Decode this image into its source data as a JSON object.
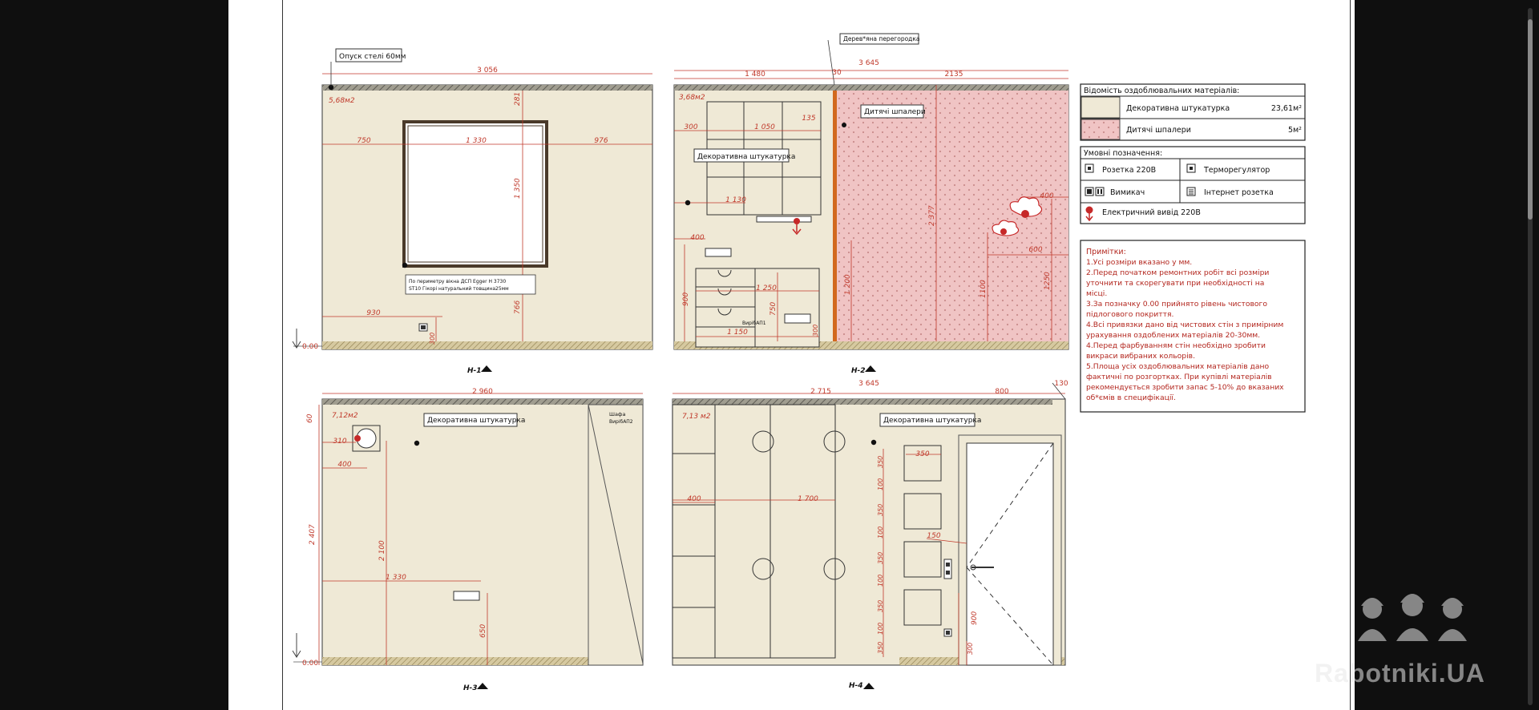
{
  "drawing": {
    "top_note": "Опуск стелі 60мм",
    "partition_note": "Дерев*яна перегородка",
    "views": {
      "h1": {
        "label": "Н-1",
        "area": "5,68м2",
        "width_dim": "3 056",
        "dim_750": "750",
        "dim_1330": "1 330",
        "dim_976": "976",
        "dim_281": "281",
        "dim_1350": "1 350",
        "dim_766": "766",
        "dim_930": "930",
        "dim_300": "300",
        "level": "0.00",
        "window_note_1": "По периметру вікна ДСП Egger H 3730",
        "window_note_2": "ST10 Гікорі натуральний товщина25мм"
      },
      "h2": {
        "label": "Н-2",
        "area": "3,68м2",
        "width_dim": "3 645",
        "dim_1480": "1 480",
        "dim_30": "30",
        "dim_2135": "2135",
        "dim_300": "300",
        "dim_1050": "1 050",
        "dim_135": "135",
        "dim_1130": "1 130",
        "dim_400": "400",
        "dim_1250": "1 250",
        "dim_900": "900",
        "dim_750": "750",
        "dim_1150": "1 150",
        "dim_300b": "300",
        "dim_1200": "1 200",
        "dim_2377": "2 377",
        "dim_400b": "400",
        "dim_600": "600",
        "dim_1100": "1100",
        "dim_1250b": "1250",
        "callout_plaster": "Декоративна штукатурка",
        "callout_wallpaper": "Дитячі шпалери",
        "furniture_tag": "ВирібАП1"
      },
      "h3": {
        "label": "Н-3",
        "area": "7,12м2",
        "width_dim": "2 960",
        "dim_60": "60",
        "dim_310": "310",
        "dim_400": "400",
        "dim_2407": "2 407",
        "dim_2100": "2 100",
        "dim_1330": "1 330",
        "dim_650": "650",
        "level": "0.00",
        "callout_plaster": "Декоративна штукатурка",
        "wardrobe_1": "Шафа",
        "wardrobe_2": "ВирібАП2"
      },
      "h4": {
        "label": "Н-4",
        "area": "7,13 м2",
        "width_dim": "3 645",
        "dim_2715": "2 715",
        "dim_800": "800",
        "dim_130": "130",
        "dim_400": "400",
        "dim_1700": "1 700",
        "dim_350": "350",
        "dim_150": "150",
        "dim_900": "900",
        "dim_300": "300",
        "dim_100": "100",
        "callout_plaster": "Декоративна штукатурка"
      }
    }
  },
  "materials": {
    "title": "Відомість оздоблювальних матеріалів:",
    "rows": [
      {
        "name": "Декоративна штукатурка",
        "qty": "23,61м²",
        "swatch": "#efe9d6"
      },
      {
        "name": "Дитячі шпалери",
        "qty": "5м²",
        "swatch": "#f0c4c4"
      }
    ]
  },
  "legend": {
    "title": "Умовні позначення:",
    "items": [
      {
        "label": "Розетка 220В",
        "icon": "socket-icon"
      },
      {
        "label": "Терморегулятор",
        "icon": "thermostat-icon"
      },
      {
        "label": "Вимикач",
        "icon": "switch-icon"
      },
      {
        "label": "Інтернет розетка",
        "icon": "internet-socket-icon"
      },
      {
        "label": "Електричний вивід 220В",
        "icon": "electric-outlet-icon"
      }
    ]
  },
  "notes": {
    "title": "Примітки:",
    "lines": [
      "1.Усі розміри вказано у мм.",
      "2.Перед початком ремонтних робіт всі розміри",
      "уточнити та скорегувати при необхідності на",
      "місці.",
      "3.За позначку 0.00 прийнято рівень чистового",
      "підлогового покриття.",
      "4.Всі привязки дано від чистових стін з примірним",
      "урахування оздоблених матеріалів 20-30мм.",
      "4.Перед фарбуванням стін необхідно зробити",
      "викраси вибраних кольорів.",
      "5.Площа усіх оздоблювальних матеріалів дано",
      "фактичні по розгортках. При купівлі матеріалів",
      "рекомендується зробити запас 5-10% до вказаних",
      "об*ємів в специфікації."
    ]
  },
  "watermark": "Rabotniki.UA",
  "colors": {
    "wall": "#efe9d6",
    "wallpaper": "#f0c4c4",
    "dim": "#c0392b",
    "notes_text": "#b3261e"
  }
}
